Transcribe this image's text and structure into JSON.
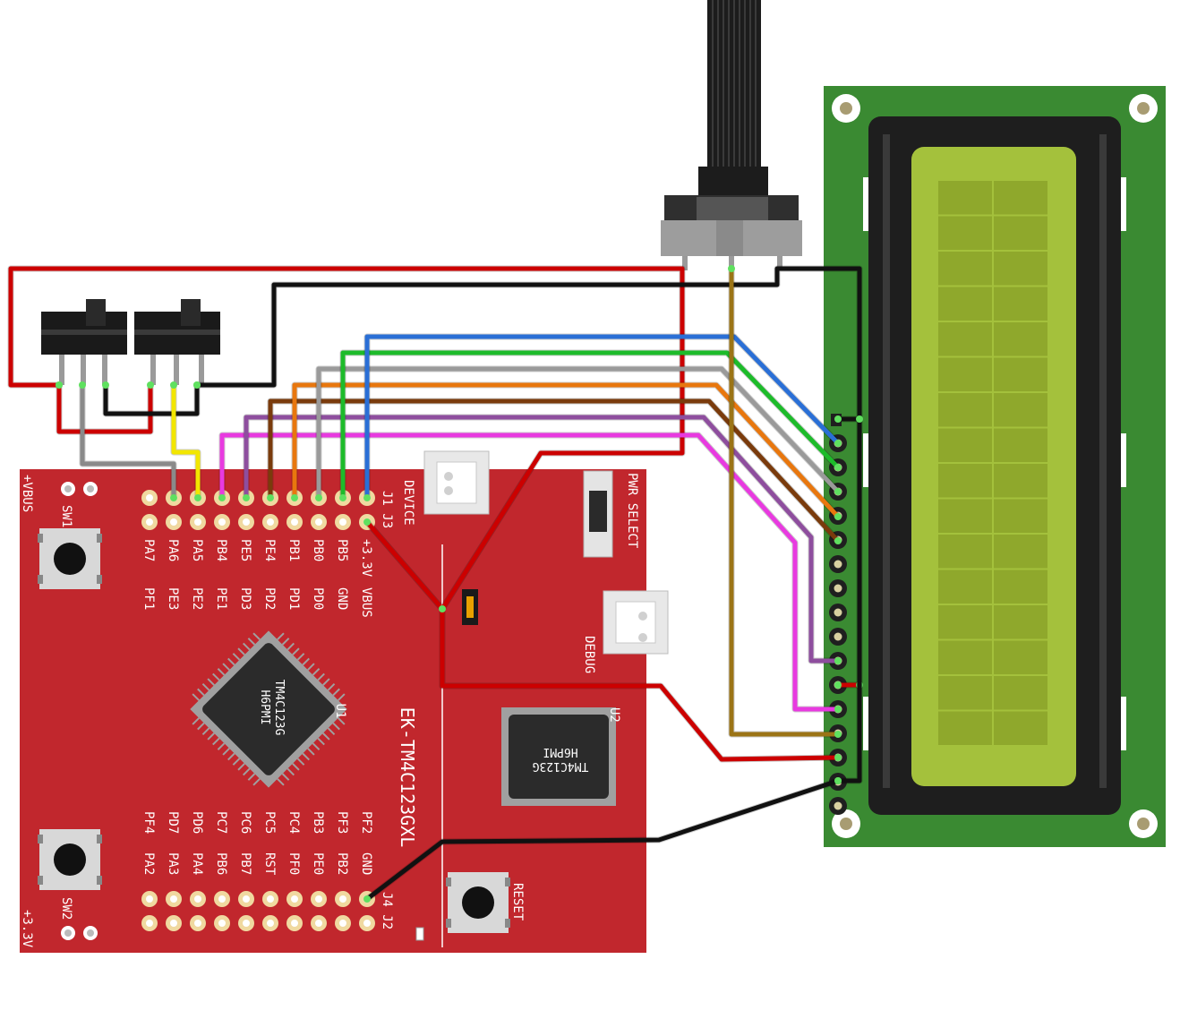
{
  "board": {
    "name": "EK-TM4C123GXL",
    "chips": {
      "u1_ref": "U1",
      "u1_lines": [
        "TM4C123G",
        "H6PMI"
      ],
      "u2_ref": "U2",
      "u2_lines": [
        "TM4C123G",
        "H6PMI"
      ]
    },
    "header_refs": {
      "top": "J1 J3",
      "bottom": "J4 J2"
    },
    "top_row_labels": [
      "PA7",
      "PA6",
      "PA5",
      "PB4",
      "PE5",
      "PE4",
      "PB1",
      "PB0",
      "PB5",
      "+3.3V"
    ],
    "top_row2_labels": [
      "PF1",
      "PE3",
      "PE2",
      "PE1",
      "PD3",
      "PD2",
      "PD1",
      "PD0",
      "GND",
      "VBUS"
    ],
    "bottom_row_labels": [
      "PF4",
      "PD7",
      "PD6",
      "PC7",
      "PC6",
      "PC5",
      "PC4",
      "PB3",
      "PF3",
      "PF2"
    ],
    "bottom_row2_labels": [
      "PA2",
      "PA3",
      "PA4",
      "PB6",
      "PB7",
      "RST",
      "PF0",
      "PE0",
      "PB2",
      "GND"
    ],
    "side_labels": {
      "vbus": "+VBUS",
      "v33": "+3.3V",
      "sw1": "SW1",
      "sw2": "SW2",
      "device": "DEVICE",
      "debug": "DEBUG",
      "pwr_select": "PWR SELECT",
      "reset": "RESET"
    }
  },
  "wire_colors": {
    "red": "#cc0000",
    "black": "#111111",
    "grey": "#8a8a8a",
    "yellow": "#f2e600",
    "magenta": "#e83ae0",
    "purple": "#8e4e9e",
    "brown": "#7a3b0c",
    "orange": "#e8770e",
    "green": "#1dbb2a",
    "blue": "#2a6fd6",
    "olive": "#9b7416",
    "light_grey": "#9a9a9a"
  },
  "lcd": {
    "rows": 2,
    "columns": 16,
    "pcb_color": "#3a8a32",
    "screen_color": "#a4c13c"
  }
}
